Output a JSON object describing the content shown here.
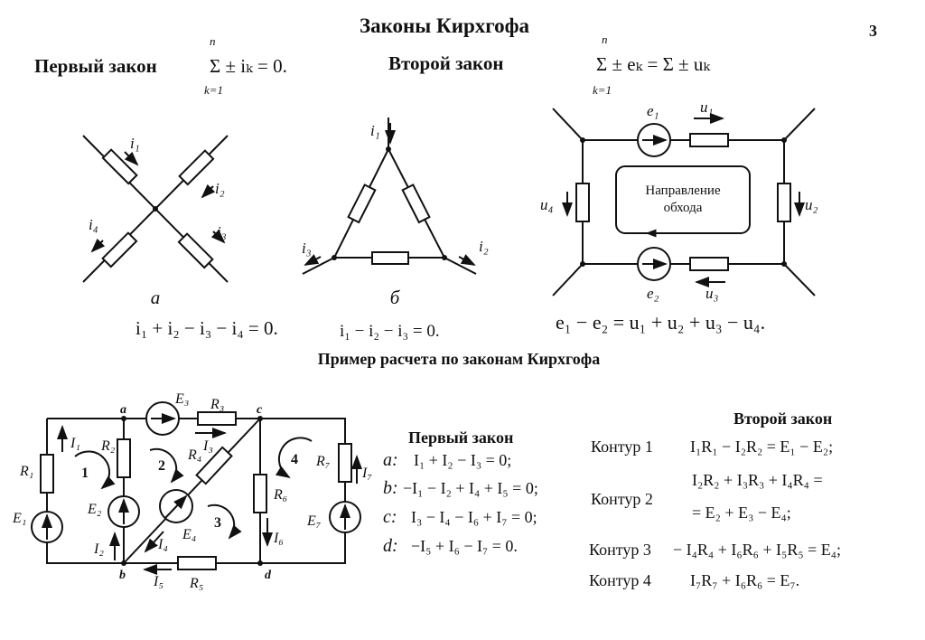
{
  "header": {
    "title": "Законы Кирхгофа",
    "page_number": "3"
  },
  "first_law": {
    "label": "Первый закон",
    "formula": "Σ ± iₖ = 0.",
    "sum_upper": "n",
    "sum_lower": "k=1"
  },
  "second_law": {
    "label": "Второй закон",
    "formula": "Σ ± eₖ = Σ ± uₖ",
    "sum_upper": "n",
    "sum_lower": "k=1"
  },
  "diagram_a": {
    "caption": "а",
    "labels": [
      "i₁",
      "i₂",
      "i₃",
      "i₄"
    ],
    "equation": "i₁ + i₂ − i₃ − i₄ = 0."
  },
  "diagram_b": {
    "caption": "б",
    "labels": [
      "i₁",
      "i₂",
      "i₃"
    ],
    "equation": "i₁ − i₂ − i₃ = 0."
  },
  "diagram_loop": {
    "labels": {
      "e1": "e₁",
      "e2": "e₂",
      "u1": "u₁",
      "u2": "u₂",
      "u3": "u₃",
      "u4": "u₄"
    },
    "direction_line1": "Направление",
    "direction_line2": "обхода",
    "equation": "e₁ − e₂ = u₁ + u₂ + u₃ − u₄."
  },
  "example": {
    "title": "Пример расчета по законам  Кирхгофа",
    "nodes": [
      "a",
      "b",
      "c",
      "d"
    ],
    "loops": [
      "1",
      "2",
      "3",
      "4"
    ],
    "components": {
      "R1": "R₁",
      "R2": "R₂",
      "R3": "R₃",
      "R4": "R₄",
      "R5": "R₅",
      "R6": "R₆",
      "R7": "R₇",
      "E1": "E₁",
      "E2": "E₂",
      "E3": "E₃",
      "E4": "E₄",
      "E7": "E₇"
    },
    "currents": {
      "I1": "I₁",
      "I2": "I₂",
      "I3": "I₃",
      "I4": "I₄",
      "I5": "I₅",
      "I6": "I₆",
      "I7": "I₇"
    },
    "first_law": {
      "label": "Первый закон",
      "equations": [
        {
          "node": "a:",
          "eq": "I₁ + I₂ − I₃ = 0;"
        },
        {
          "node": "b:",
          "eq": "−I₁ − I₂ + I₄ + I₅ = 0;"
        },
        {
          "node": "c:",
          "eq": "I₃ − I₄ − I₆ + I₇ = 0;"
        },
        {
          "node": "d:",
          "eq": "−I₅ + I₆ − I₇ = 0."
        }
      ]
    },
    "second_law": {
      "label": "Второй закон",
      "contours": [
        {
          "name": "Контур 1",
          "eq": "I₁R₁ − I₂R₂ = E₁ − E₂;"
        },
        {
          "name": "Контур 2",
          "eq": "I₂R₂ + I₃R₃ + I₄R₄ =",
          "eq2": "= E₂ + E₃ − E₄;"
        },
        {
          "name": "Контур 3",
          "eq": "− I₄R₄ + I₆R₆ + I₅R₅ = E₄;"
        },
        {
          "name": "Контур 4",
          "eq": "I₇R₇ + I₆R₆ = E₇."
        }
      ]
    }
  }
}
